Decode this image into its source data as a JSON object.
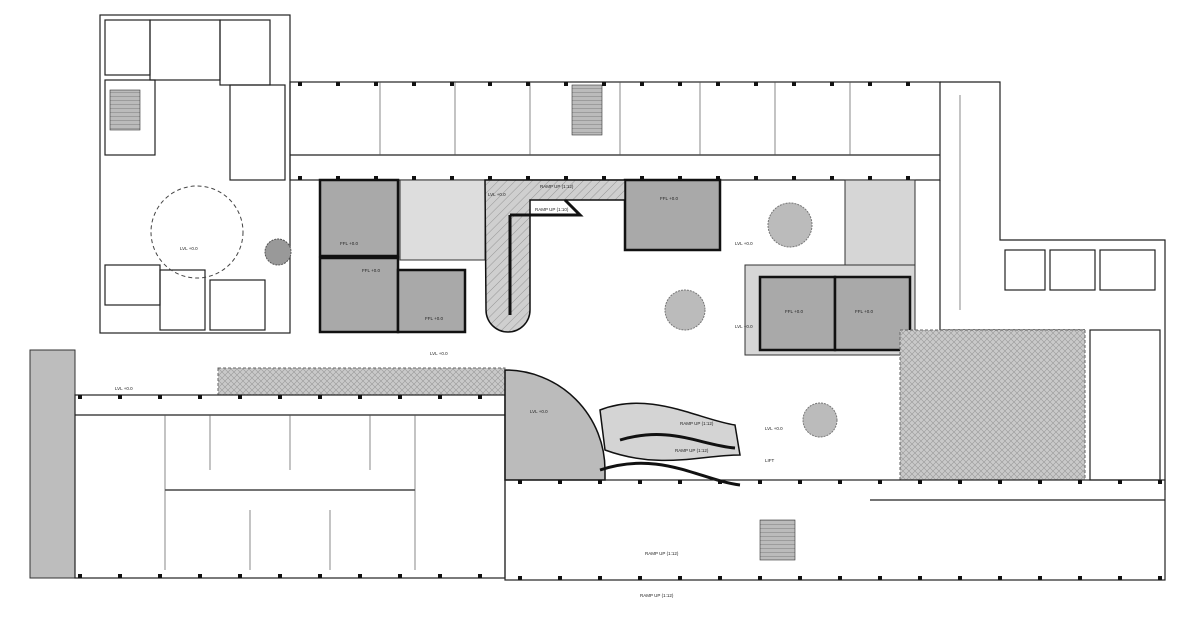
{
  "plan": {
    "labels": {
      "ramp_up_1_12": "RAMP UP (1:12)",
      "ramp_up_1_10": "RAMP UP (1:10)",
      "ramp_up_curve_a": "RAMP UP (1:12)",
      "ramp_up_curve_b": "RAMP UP (1:12)",
      "ramp_up_bottom_a": "RAMP UP (1:12)",
      "ramp_up_bottom_b": "RAMP UP (1:12)",
      "lift": "LIFT",
      "lvl_court": "LVL +0.0",
      "lvl_ramp": "LVL +0.0",
      "lvl_right": "LVL +0.0",
      "lvl_center": "LVL +0.0",
      "lvl_left": "LVL +0.0",
      "lvl_hall": "LVL +0.0",
      "lvl_plaza": "LVL +0.0",
      "lvl_room1": "FFL +0.0",
      "lvl_room2": "FFL +0.0",
      "lvl_room3": "FFL +0.0",
      "lvl_room4": "FFL +0.0",
      "lvl_room5": "FFL +0.0",
      "lvl_room6": "FFL +0.0"
    }
  }
}
